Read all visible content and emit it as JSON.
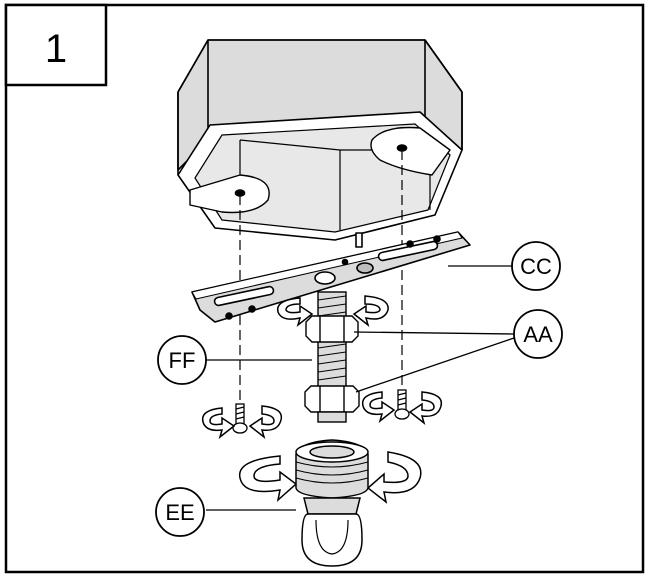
{
  "step_number": "1",
  "labels": {
    "cc": "CC",
    "aa": "AA",
    "ff": "FF",
    "ee": "EE"
  },
  "colors": {
    "line": "#000000",
    "shade": "#dcdcdc",
    "shade_dark": "#bdbdbd",
    "background": "#ffffff"
  }
}
